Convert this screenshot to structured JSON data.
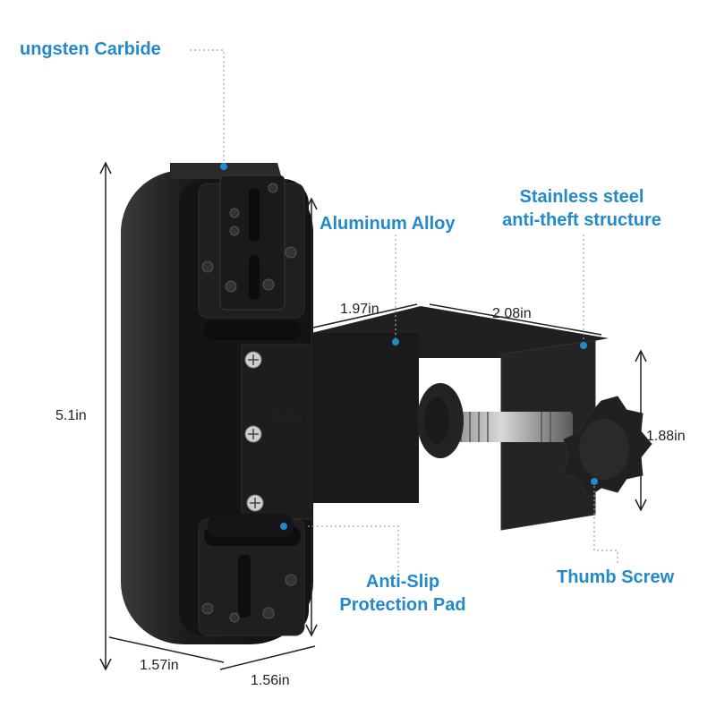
{
  "callouts": {
    "tungsten": "ungsten Carbide",
    "aluminum": "Aluminum Alloy",
    "stainless_line1": "Stainless steel",
    "stainless_line2": "anti-theft structure",
    "antislip_line1": "Anti-Slip",
    "antislip_line2": "Protection Pad",
    "thumb_screw": "Thumb Screw"
  },
  "dimensions": {
    "height_total": "5.1in",
    "plate_height": "4.8in",
    "arm_depth": "1.97in",
    "arm_width": "2.08in",
    "clamp_height": "1.88in",
    "base_width": "1.57in",
    "base_depth": "1.56in"
  },
  "colors": {
    "callout_text": "#2489c9",
    "product": "#1c1c1e",
    "background": "#ffffff"
  }
}
